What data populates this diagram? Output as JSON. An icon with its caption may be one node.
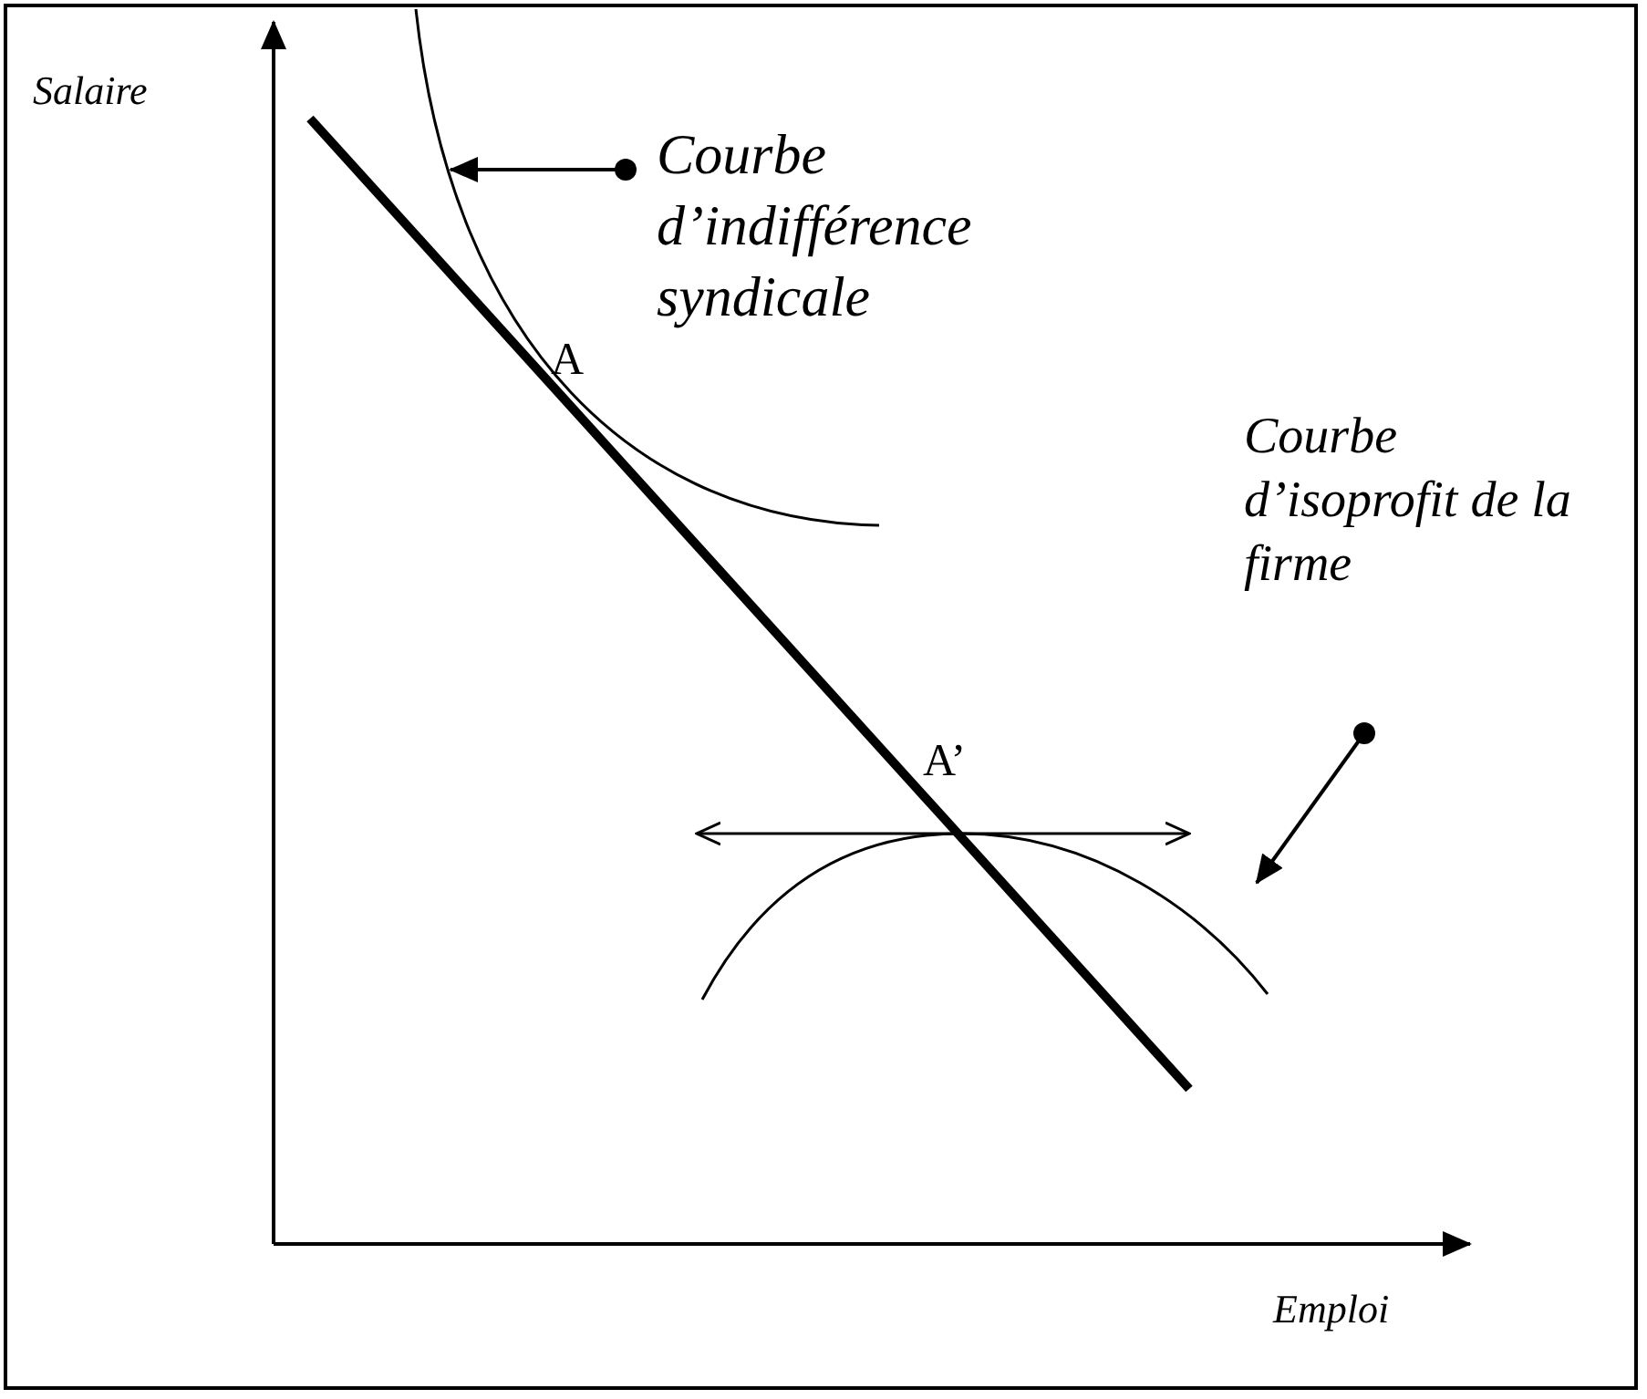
{
  "diagram": {
    "nodes": [
      {
        "text": [
          "Courbe d’indifférence syndicale"
        ]
      },
      {
        "text": [],
        "shape": "curve"
      },
      {
        "text": [
          "Courbe d’isoprofit de la firme"
        ]
      },
      {
        "text": [],
        "shape": "curve"
      }
    ],
    "edges": [
      {
        "from": 0,
        "to": 1,
        "arrow": "to"
      },
      {
        "from": 2,
        "to": 3,
        "arrow": "to"
      }
    ],
    "labels": [
      "Salaire",
      "A",
      "A’",
      "Emploi"
    ]
  }
}
